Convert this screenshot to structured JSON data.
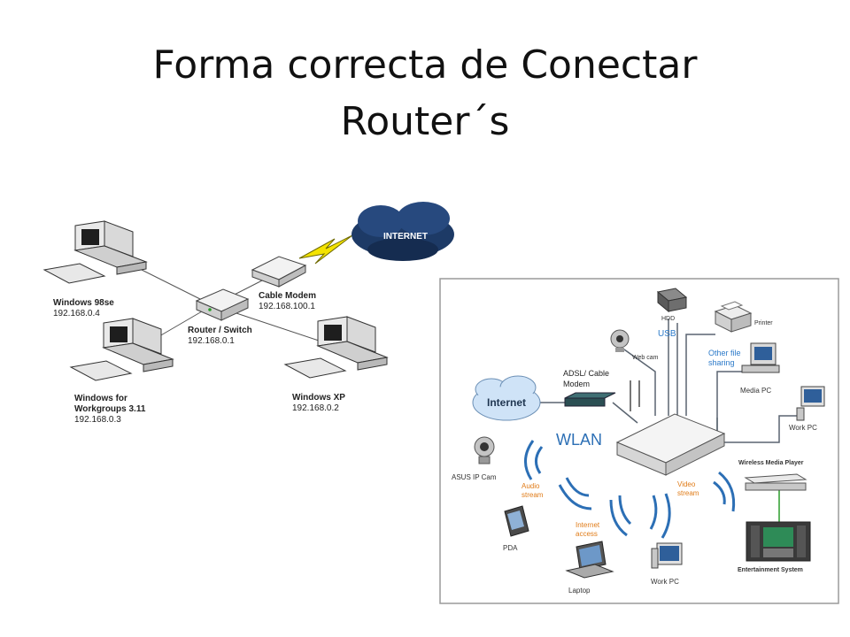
{
  "slide": {
    "title_line1": "Forma correcta de Conectar",
    "title_line2": "Router´s"
  },
  "left_diagram": {
    "cloud_label": "INTERNET",
    "modem": {
      "name": "Cable Modem",
      "ip": "192.168.100.1"
    },
    "router": {
      "name": "Router / Switch",
      "ip": "192.168.0.1"
    },
    "pc_win98": {
      "name": "Windows 98se",
      "ip": "192.168.0.4"
    },
    "pc_wfw_line1": "Windows for",
    "pc_wfw_line2": "Workgroups 3.11",
    "pc_wfw_ip": "192.168.0.3",
    "pc_xp": {
      "name": "Windows XP",
      "ip": "192.168.0.2"
    }
  },
  "right_diagram": {
    "internet": "Internet",
    "modem_line1": "ADSL/ Cable",
    "modem_line2": "Modem",
    "wlan": "WLAN",
    "usb": "USB",
    "hdd": "HDD",
    "web_cam": "Web cam",
    "printer": "Printer",
    "sharing_line1": "Other file",
    "sharing_line2": "sharing",
    "media_pc": "Media PC",
    "work_pc_top": "Work PC",
    "ip_cam": "ASUS IP Cam",
    "audio_line1": "Audio",
    "audio_line2": "stream",
    "video_line1": "Video",
    "video_line2": "stream",
    "internet_access_line1": "Internet",
    "internet_access_line2": "access",
    "pda": "PDA",
    "laptop": "Laptop",
    "work_pc_bottom": "Work PC",
    "media_player": "Wireless Media Player",
    "entertainment": "Entertainment System"
  }
}
